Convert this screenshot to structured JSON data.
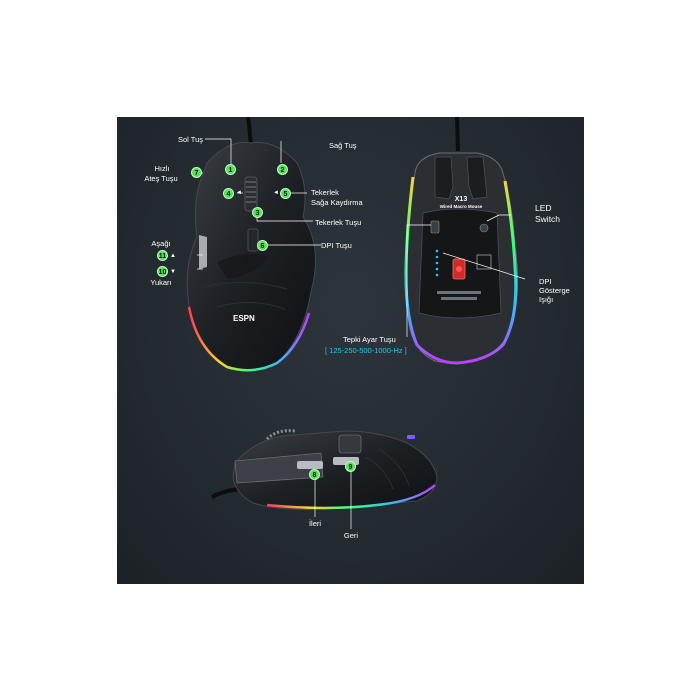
{
  "colors": {
    "panel": "#232a30",
    "badge": "#57e05a",
    "accent_cyan": "#29c6f2",
    "text": "#ffffff"
  },
  "top_mouse": {
    "brand": "ESPN",
    "labels": {
      "sol_tus": "Sol Tuş",
      "sag_tus": "Sağ Tuş",
      "hizli": "Hızlı",
      "ates_tusu": "Ateş Tuşu",
      "tekerlek_line1": "Tekerlek",
      "tekerlek_line2": "Sağa Kaydırma",
      "tekerlek_tusu": "Tekerlek Tuşu",
      "dpi_tusu": "DPI Tuşu",
      "asagi": "Aşağı",
      "yukari": "Yukarı"
    },
    "badges": {
      "b1": "1",
      "b2": "2",
      "b3": "3",
      "b4": "4",
      "b5": "5",
      "b6": "6",
      "b7": "7",
      "b10": "10",
      "b11": "11"
    },
    "arrows": {
      "left": "◄",
      "right": "◄",
      "up": "▲",
      "down": "▼"
    }
  },
  "bottom_mouse": {
    "model": "X13",
    "model_sub": "Wired Macro Mouse",
    "labels": {
      "led_line1": "LED",
      "led_line2": "Switch",
      "dpi_line1": "DPI",
      "dpi_line2": "Gösterge",
      "dpi_line3": "Işığı",
      "tepki_title": "Tepki Ayar Tuşu",
      "tepki_values": "[ 125-250-500-1000-Hz ]"
    }
  },
  "side_mouse": {
    "labels": {
      "ileri": "İleri",
      "geri": "Geri"
    },
    "badges": {
      "b8": "8",
      "b9": "9"
    }
  }
}
